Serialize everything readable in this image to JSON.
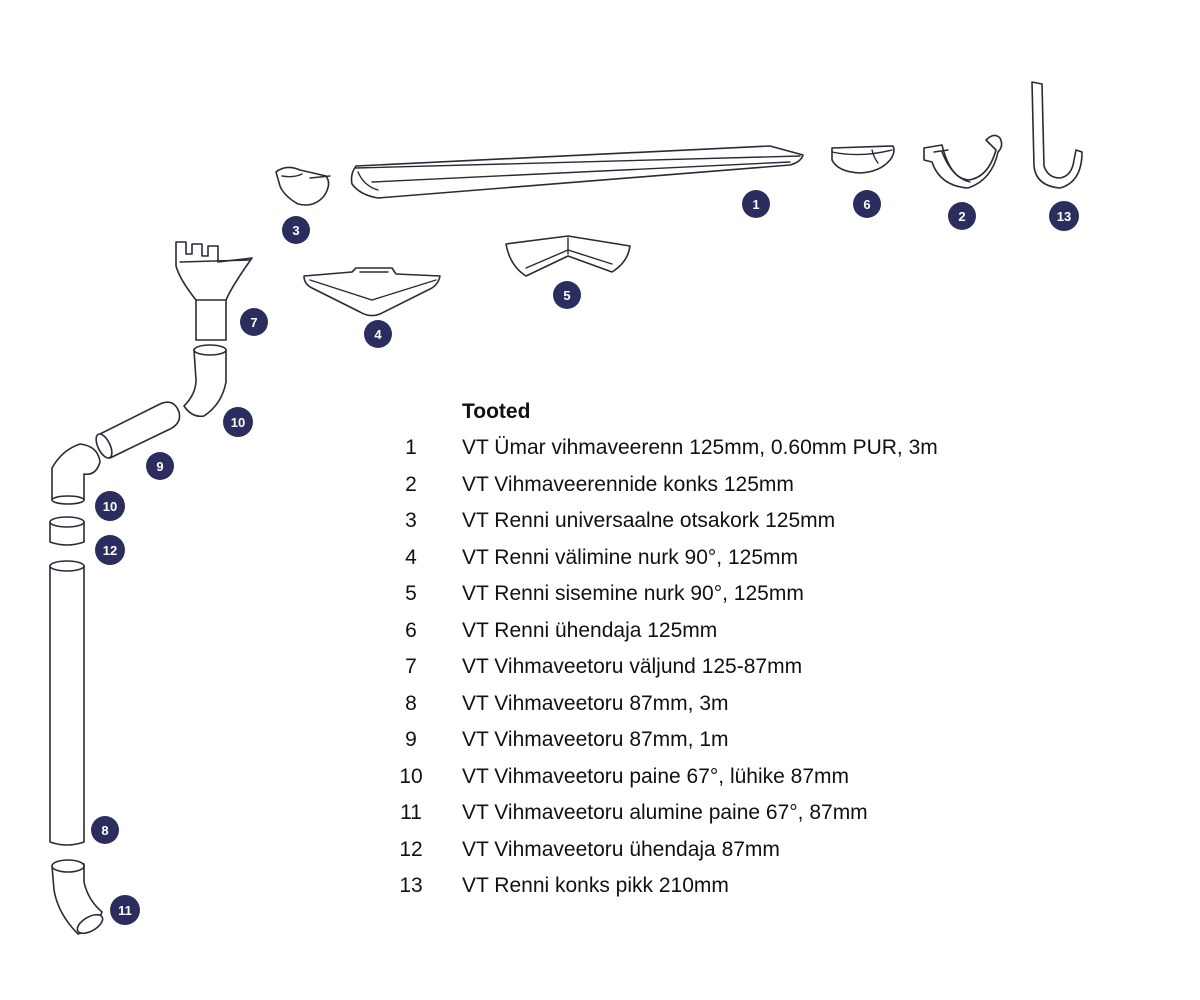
{
  "legend": {
    "title": "Tooted",
    "items": [
      {
        "number": "1",
        "name": "VT Ümar vihmaveerenn 125mm, 0.60mm PUR, 3m"
      },
      {
        "number": "2",
        "name": "VT Vihmaveerennide konks 125mm"
      },
      {
        "number": "3",
        "name": "VT Renni universaalne otsakork 125mm"
      },
      {
        "number": "4",
        "name": "VT Renni välimine nurk 90°, 125mm"
      },
      {
        "number": "5",
        "name": "VT Renni sisemine nurk 90°, 125mm"
      },
      {
        "number": "6",
        "name": "VT Renni ühendaja 125mm"
      },
      {
        "number": "7",
        "name": "VT Vihmaveetoru väljund 125-87mm"
      },
      {
        "number": "8",
        "name": "VT Vihmaveetoru 87mm, 3m"
      },
      {
        "number": "9",
        "name": "VT Vihmaveetoru 87mm, 1m"
      },
      {
        "number": "10",
        "name": "VT Vihmaveetoru paine 67°, lühike 87mm"
      },
      {
        "number": "11",
        "name": "VT Vihmaveetoru alumine paine 67°, 87mm"
      },
      {
        "number": "12",
        "name": "VT Vihmaveetoru ühendaja 87mm"
      },
      {
        "number": "13",
        "name": "VT Renni konks pikk 210mm"
      }
    ]
  },
  "badges": {
    "gutter": "1",
    "hook": "2",
    "end_cap": "3",
    "outer_corner": "4",
    "inner_corner": "5",
    "connector": "6",
    "outlet": "7",
    "downpipe_long": "8",
    "downpipe_short": "9",
    "bend_upper": "10",
    "bend_lower": "10",
    "bottom_bend": "11",
    "pipe_connector": "12",
    "long_hook": "13"
  },
  "colors": {
    "badge": "#2b2d5e",
    "outline": "#2a2a3a",
    "background": "#ffffff"
  }
}
